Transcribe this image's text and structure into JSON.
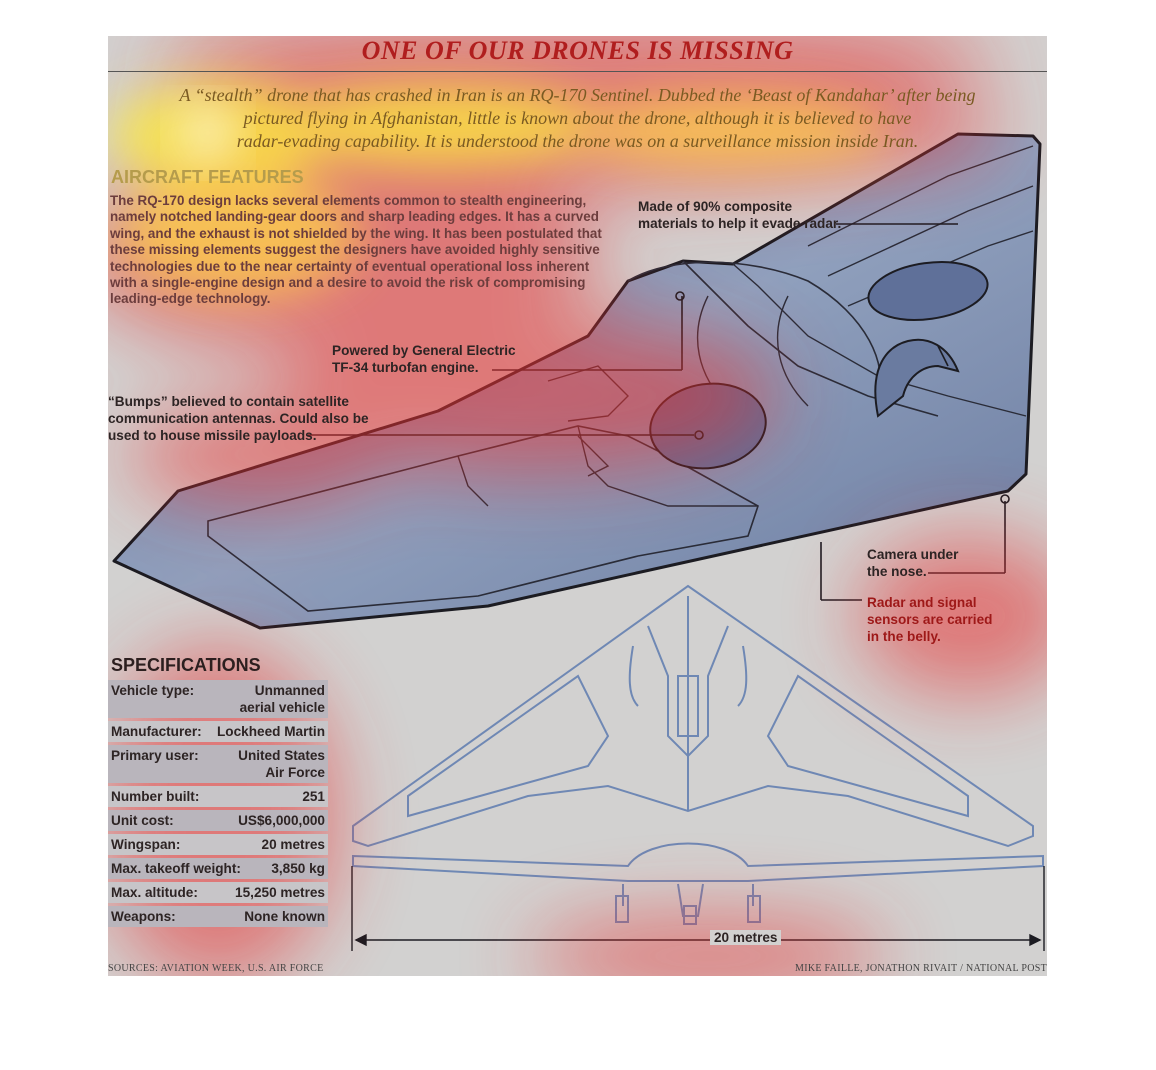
{
  "title": "ONE OF OUR DRONES IS MISSING",
  "intro": [
    "A “stealth” drone that has crashed in Iran is an RQ-170 Sentinel. Dubbed the ‘Beast of Kandahar’ after being",
    "pictured flying in Afghanistan, little is known about the drone, although it is believed to have",
    "radar-evading capability. It is understood the drone was on a surveillance mission inside Iran."
  ],
  "features": {
    "heading": "AIRCRAFT FEATURES",
    "text": "The RQ-170 design lacks several elements common to stealth engineering, namely notched landing-gear doors and sharp leading edges. It has a curved wing, and the exhaust is not shielded by the wing. It has been postulated that these missing elements suggest the designers have avoided highly sensitive technologies due to the near certainty of eventual operational loss inherent with a single-engine design and a desire to avoid the risk of compromising leading-edge technology."
  },
  "callouts": {
    "composite": [
      "Made of 90% composite",
      "materials to help it evade radar."
    ],
    "engine": [
      "Powered by General Electric",
      "TF-34 turbofan engine."
    ],
    "bumps": [
      "“Bumps” believed to contain satellite",
      "communication antennas. Could also be",
      "used to house missile payloads."
    ],
    "camera": [
      "Camera under",
      "the nose."
    ],
    "radar": [
      "Radar and signal",
      "sensors are carried",
      "in the belly."
    ]
  },
  "specifications": {
    "heading": "SPECIFICATIONS",
    "rows": [
      {
        "label": "Vehicle type:",
        "value": [
          "Unmanned",
          "aerial vehicle"
        ]
      },
      {
        "label": "Manufacturer:",
        "value": [
          "Lockheed Martin"
        ]
      },
      {
        "label": "Primary user:",
        "value": [
          "United States",
          "Air Force"
        ]
      },
      {
        "label": "Number built:",
        "value": [
          "251"
        ]
      },
      {
        "label": "Unit cost:",
        "value": [
          "US$6,000,000"
        ]
      },
      {
        "label": "Wingspan:",
        "value": [
          "20 metres"
        ]
      },
      {
        "label": "Max. takeoff weight:",
        "value": [
          "3,850 kg"
        ]
      },
      {
        "label": "Max. altitude:",
        "value": [
          "15,250 metres"
        ]
      },
      {
        "label": "Weapons:",
        "value": [
          "None known"
        ]
      }
    ]
  },
  "dimension_label": "20 metres",
  "sources": "SOURCES: AVIATION WEEK, U.S. AIR FORCE",
  "credit": "MIKE FAILLE, JONATHON RIVAIT  / NATIONAL POST",
  "colors": {
    "panel": "#d2d1d0",
    "title": "#b01e1e",
    "aircraft_fill": "#7f8fae",
    "aircraft_stroke": "#1c1c22",
    "blueprint": "#6f88b4",
    "heat_red": "#e83030",
    "heat_yellow": "#fff23a"
  }
}
